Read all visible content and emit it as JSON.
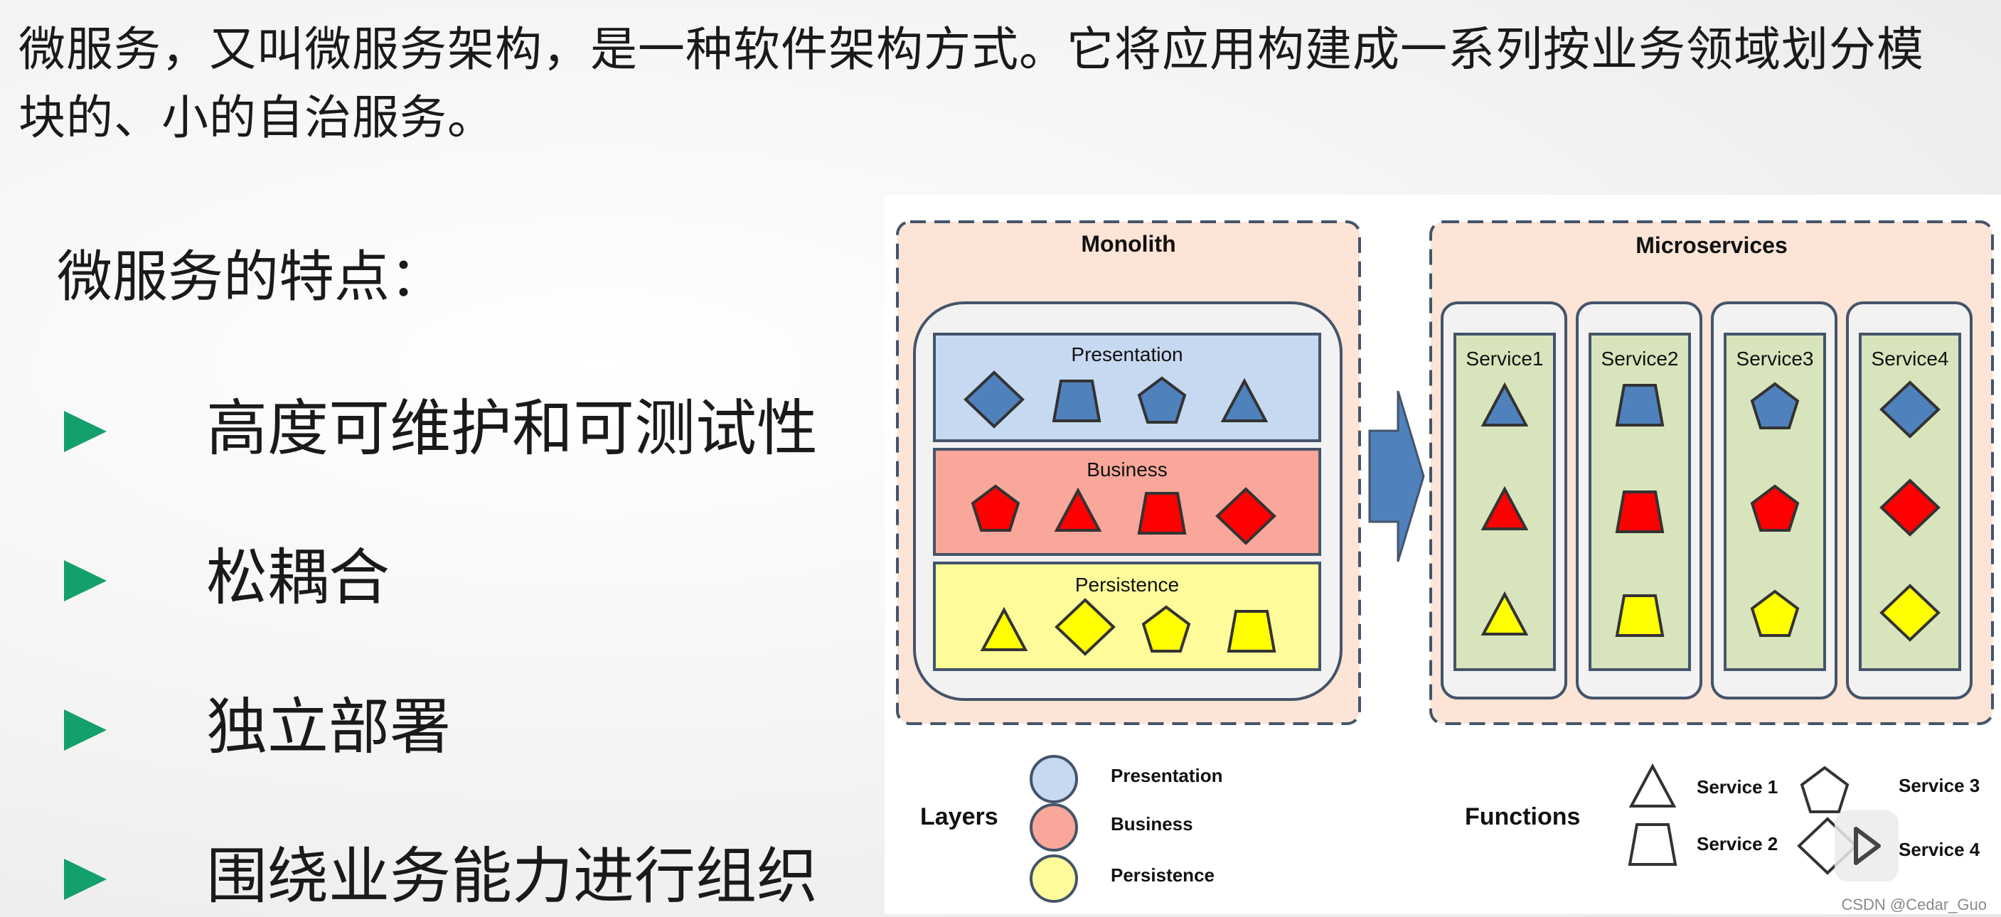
{
  "intro": {
    "line1": "微服务，又叫微服务架构，是一种软件架构方式。它将应用构建成一系列按业务领域划分模",
    "line2": "块的、小的自治服务。"
  },
  "heading": "微服务的特点：",
  "bullets": [
    {
      "label": "高度可维护和可测试性"
    },
    {
      "label": "松耦合"
    },
    {
      "label": "独立部署"
    },
    {
      "label": "围绕业务能力进行组织"
    }
  ],
  "figure": {
    "monolith_title": "Monolith",
    "microservices_title": "Microservices",
    "layers": [
      {
        "label": "Presentation",
        "fill": "#c6d9f1"
      },
      {
        "label": "Business",
        "fill": "#f8a79a"
      },
      {
        "label": "Persistence",
        "fill": "#fdfb9a"
      }
    ],
    "services": [
      "Service1",
      "Service2",
      "Service3",
      "Service4"
    ],
    "legend": {
      "layers_title": "Layers",
      "layer_items": [
        "Presentation",
        "Business",
        "Persistence"
      ],
      "functions_title": "Functions",
      "function_items": [
        "Service 1",
        "Service 2",
        "Service 3",
        "Service 4"
      ]
    },
    "colors": {
      "blue": "#4f81bd",
      "red": "#ff0000",
      "yellow": "#ffff00",
      "panel_bg": "#fce4d6",
      "service_fill": "#d8e4bc",
      "accent_arrow": "#13a06a"
    }
  },
  "watermark": "CSDN @Cedar_Guo"
}
